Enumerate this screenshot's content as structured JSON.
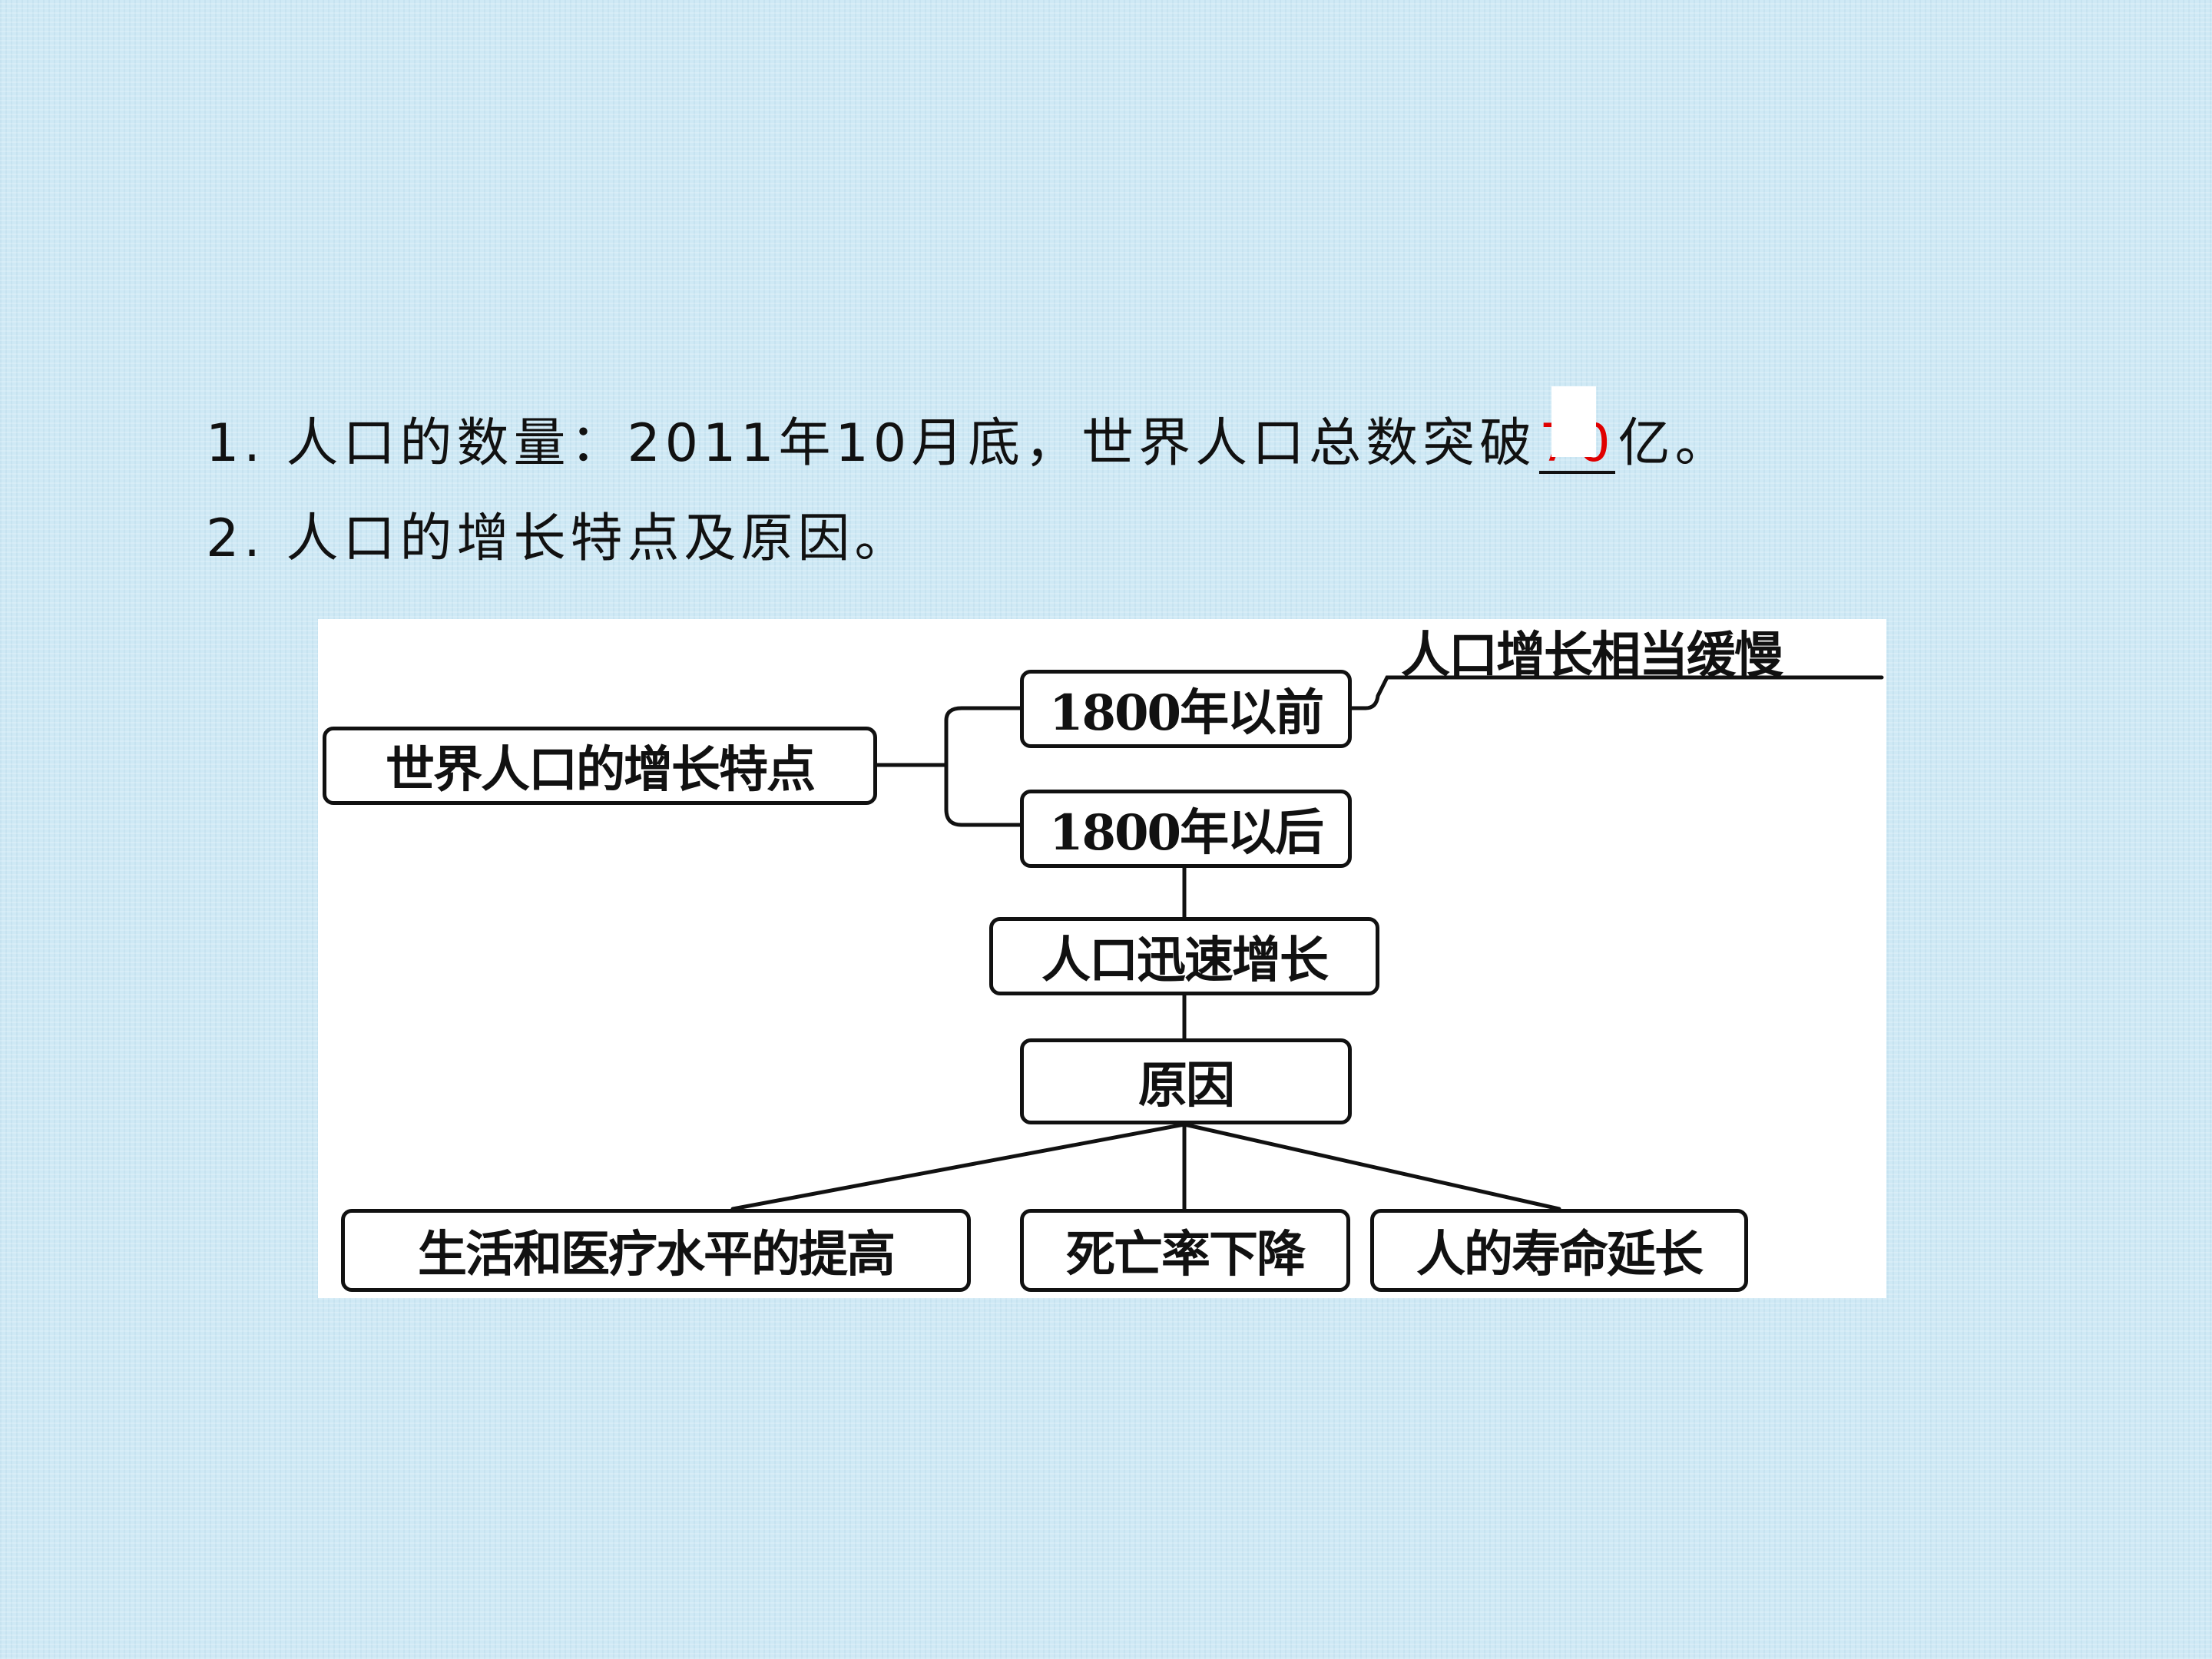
{
  "text": {
    "line1_prefix": "1. 人口的数量：2011年10月底，世界人口总数突破",
    "line1_blank": "70",
    "line1_suffix": "亿。",
    "line2": "2. 人口的增长特点及原因。"
  },
  "diagram": {
    "root": "世界人口的增长特点",
    "before_1800": "1800年以前",
    "before_1800_note": "人口增长相当缓慢",
    "after_1800": "1800年以后",
    "rapid_growth": "人口迅速增长",
    "reasons": "原因",
    "reason_items": [
      "生活和医疗水平的提高",
      "死亡率下降",
      "人的寿命延长"
    ]
  },
  "colors": {
    "background": "#cfe9f5",
    "answer": "#e00000",
    "ink": "#111111"
  }
}
